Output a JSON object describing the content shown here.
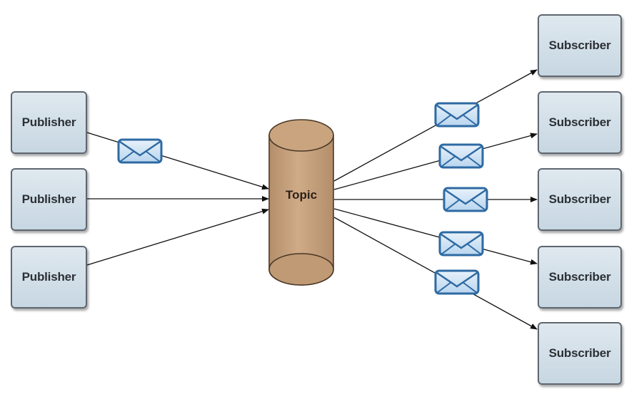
{
  "publishers": [
    {
      "label": "Publisher"
    },
    {
      "label": "Publisher"
    },
    {
      "label": "Publisher"
    }
  ],
  "topic": {
    "label": "Topic"
  },
  "subscribers": [
    {
      "label": "Subscriber"
    },
    {
      "label": "Subscriber"
    },
    {
      "label": "Subscriber"
    },
    {
      "label": "Subscriber"
    },
    {
      "label": "Subscriber"
    }
  ],
  "colors": {
    "box_fill": "#d3e0ea",
    "box_border": "#5f6770",
    "topic_fill": "#c49d78",
    "envelope_fill": "#cfe3f6",
    "envelope_border": "#2e6aa3",
    "arrow": "#111111"
  },
  "icons": {
    "message": "envelope-icon"
  }
}
